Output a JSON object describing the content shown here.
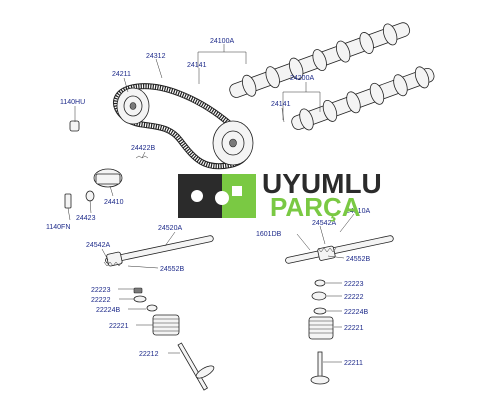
{
  "labels": {
    "p24100A": "24100A",
    "p24312": "24312",
    "p24141a": "24141",
    "p24211": "24211",
    "p24200A": "24200A",
    "p24141b": "24141",
    "p1140HU": "1140HU",
    "p24422B": "24422B",
    "p24410": "24410",
    "p24423": "24423",
    "p1140FN": "1140FN",
    "p24520A": "24520A",
    "p24542A_l": "24542A",
    "p24552B_l": "24552B",
    "p24510A": "24510A",
    "p24542A_r": "24542A",
    "p1601DB": "1601DB",
    "p24552B_r": "24552B",
    "p22223_l": "22223",
    "p22222_l": "22222",
    "p22224B_l": "22224B",
    "p22221_l": "22221",
    "p22212": "22212",
    "p22223_r": "22223",
    "p22222_r": "22222",
    "p22224B_r": "22224B",
    "p22221_r": "22221",
    "p22211": "22211"
  },
  "watermark": {
    "line1": "UYUMLU",
    "line2": "PARÇA",
    "dark_color": "#2b2b2b",
    "green_color": "#7ac943",
    "icon": "puzzle-icon"
  }
}
